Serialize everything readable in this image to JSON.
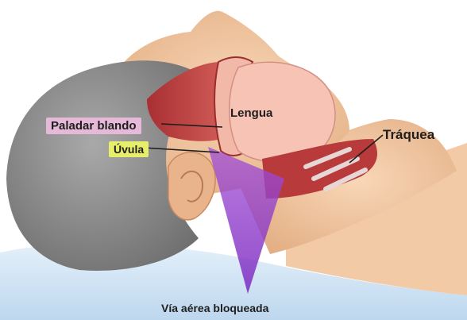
{
  "labels": {
    "soft_palate": "Paladar blando",
    "uvula": "Úvula",
    "tongue": "Lengua",
    "trachea": "Tráquea",
    "blocked_airway": "Vía aérea bloqueada"
  },
  "colors": {
    "soft_palate_label_bg": "#e7b9d8",
    "uvula_label_bg": "#e6ee6a",
    "airway_cone": "#9b3bd0",
    "skin": "#f1c7a1",
    "hair": "#8f8f8f",
    "pillow": "#cfe3f3",
    "tongue": "#f6c3b5",
    "throat_tissue": "#b83a3a"
  }
}
